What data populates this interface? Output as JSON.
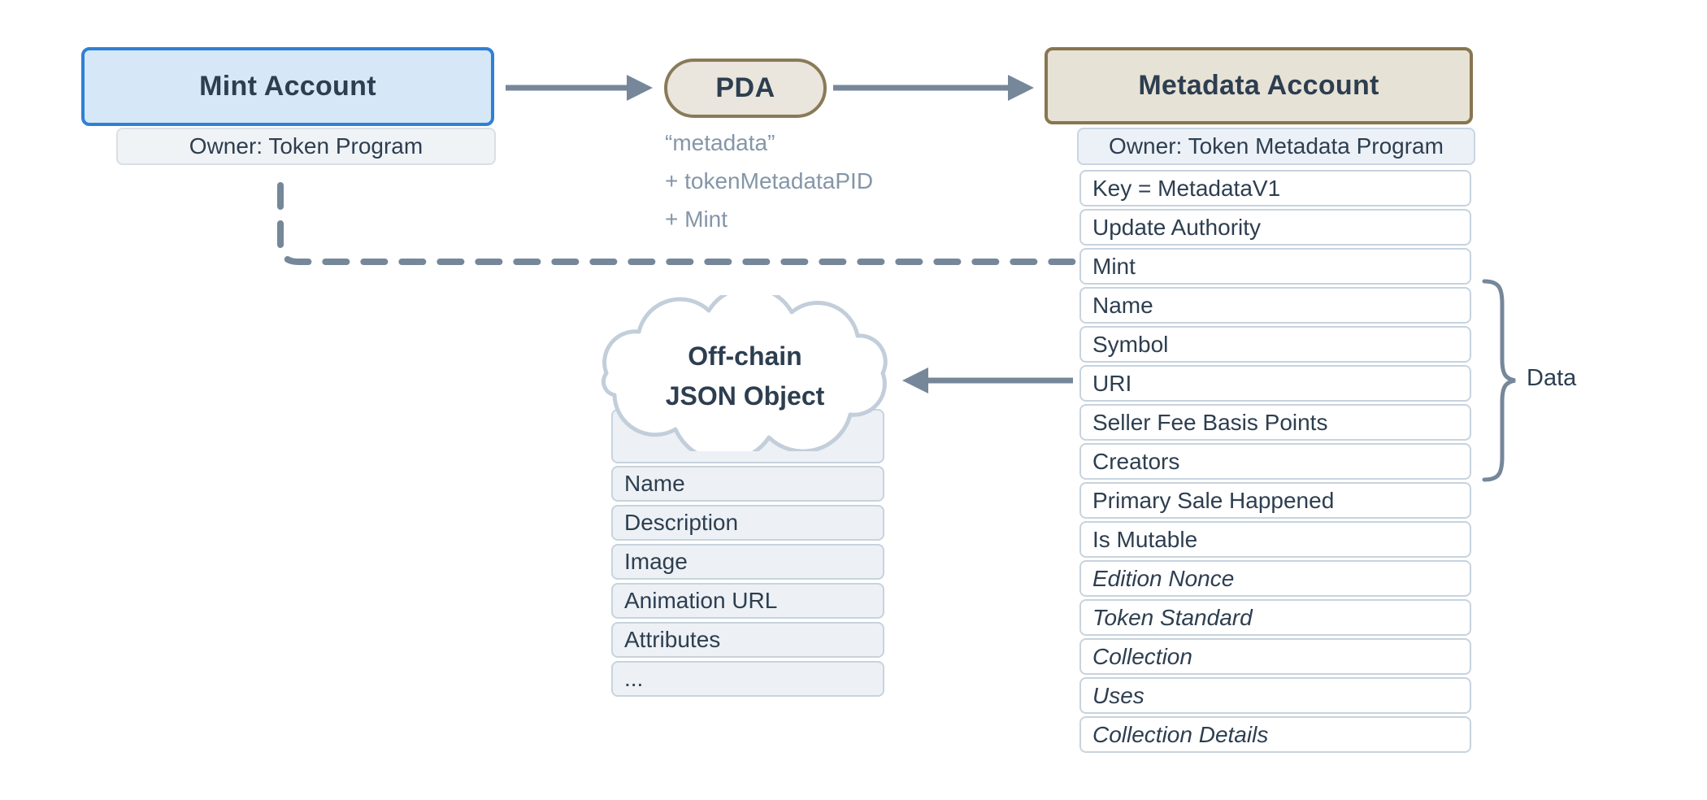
{
  "mint_account": {
    "title": "Mint Account",
    "owner": "Owner: Token Program"
  },
  "pda": {
    "label": "PDA",
    "seeds": [
      "“metadata”",
      "+ tokenMetadataPID",
      "+ Mint"
    ]
  },
  "metadata_account": {
    "title": "Metadata Account",
    "owner": "Owner: Token Metadata Program",
    "fields": [
      {
        "label": "Key = MetadataV1",
        "italic": false
      },
      {
        "label": "Update Authority",
        "italic": false
      },
      {
        "label": "Mint",
        "italic": false
      },
      {
        "label": "Name",
        "italic": false
      },
      {
        "label": "Symbol",
        "italic": false
      },
      {
        "label": "URI",
        "italic": false
      },
      {
        "label": "Seller Fee Basis Points",
        "italic": false
      },
      {
        "label": "Creators",
        "italic": false
      },
      {
        "label": "Primary Sale Happened",
        "italic": false
      },
      {
        "label": "Is Mutable",
        "italic": false
      },
      {
        "label": "Edition Nonce",
        "italic": true
      },
      {
        "label": "Token Standard",
        "italic": true
      },
      {
        "label": "Collection",
        "italic": true
      },
      {
        "label": "Uses",
        "italic": true
      },
      {
        "label": "Collection Details",
        "italic": true
      }
    ],
    "brace_label": "Data"
  },
  "offchain_json": {
    "title": [
      "Off-chain",
      "JSON Object"
    ],
    "fields": [
      "Name",
      "Description",
      "Image",
      "Animation URL",
      "Attributes",
      "..."
    ]
  },
  "colors": {
    "mint_fill": "#d6e7f8",
    "mint_border": "#2f80d4",
    "account_fill": "#e7e2d6",
    "account_border": "#87764f",
    "row_fill": "#ffffff",
    "row_border": "#c7d3de",
    "json_fill": "#edf1f5",
    "owner_fill": "#f0f3f6",
    "cloud_border": "#c3cedb",
    "arrow": "#76879a",
    "seed_text": "#8496a8",
    "text": "#2d3e50"
  }
}
